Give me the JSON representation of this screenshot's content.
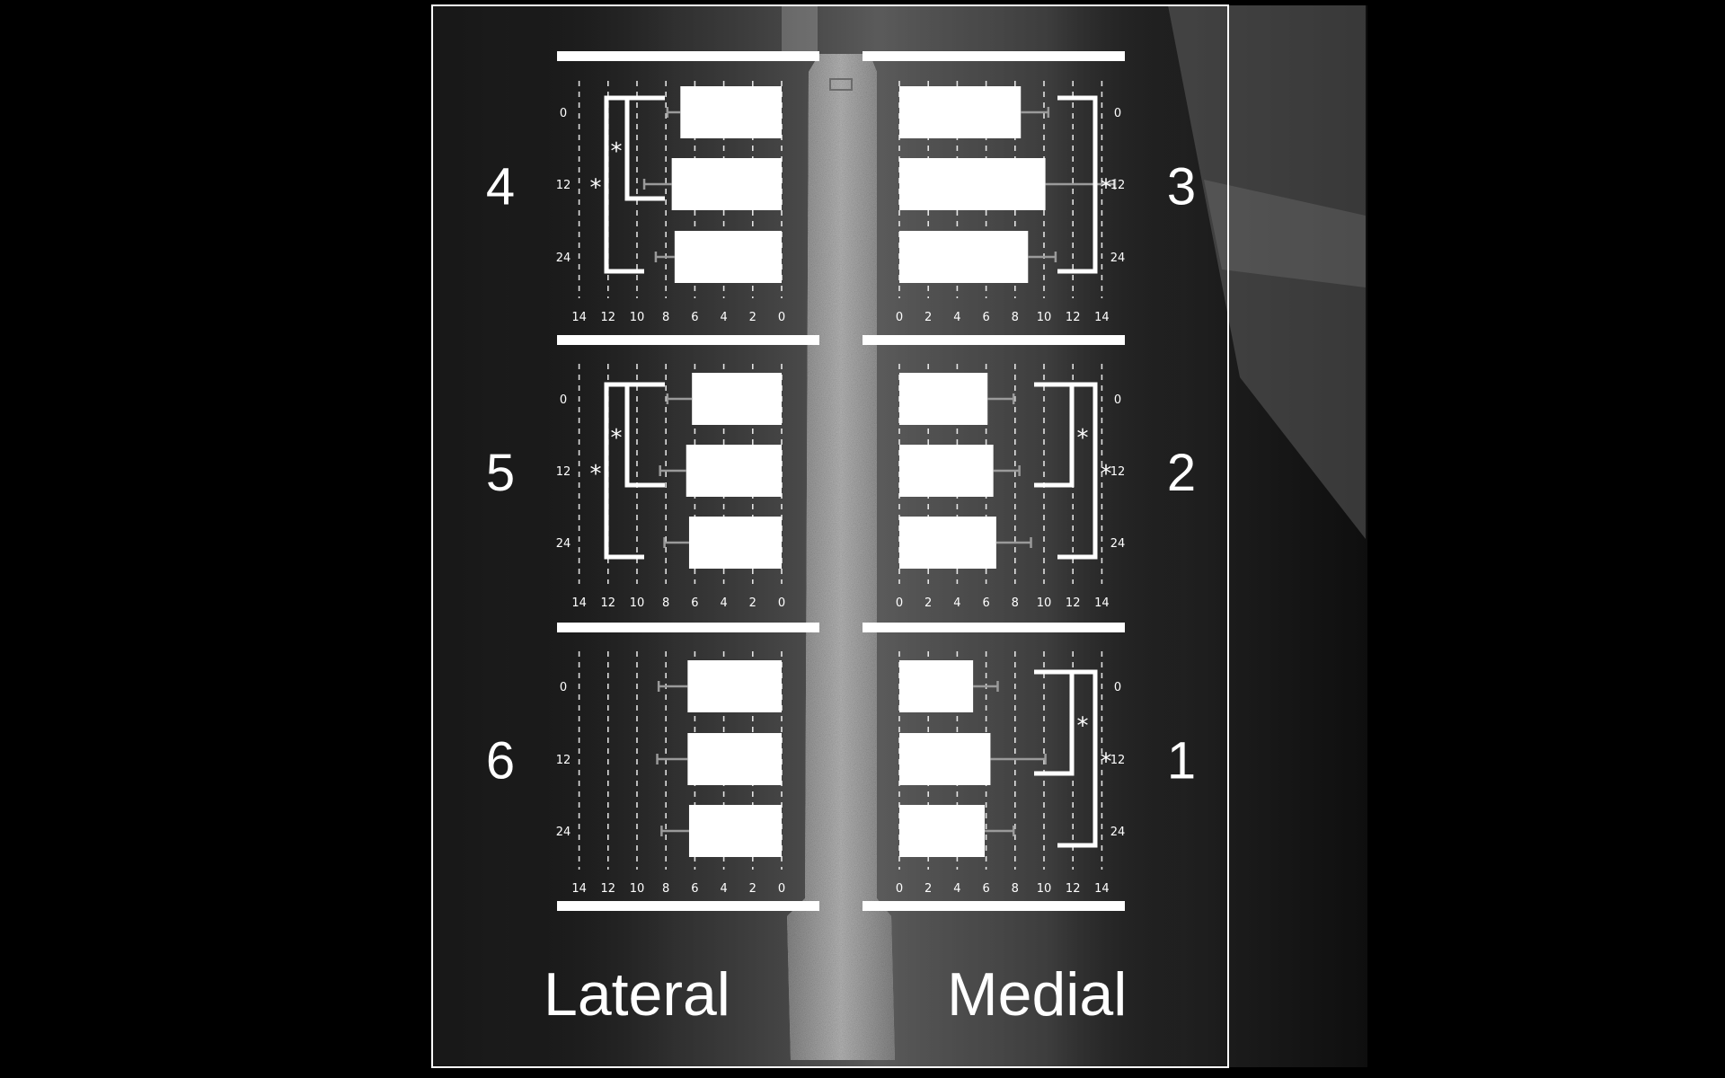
{
  "figure": {
    "lateral_label": "Lateral",
    "medial_label": "Medial",
    "colors": {
      "background": "#000000",
      "bar": "#ffffff",
      "error_bar": "#9a9a9a",
      "grid": "#ffffff",
      "frame": "#ffffff"
    }
  },
  "chart_data": [
    {
      "type": "bar",
      "orientation": "horizontal",
      "direction": "leftward",
      "side": "lateral",
      "zone": "4",
      "categories": [
        "0",
        "12",
        "24"
      ],
      "values": [
        7,
        7.6,
        7.4
      ],
      "error": [
        0.9,
        1.9,
        1.3
      ],
      "xticks": [
        "14",
        "12",
        "10",
        "8",
        "6",
        "4",
        "2",
        "0"
      ],
      "xlim": [
        0,
        14
      ],
      "significance": [
        {
          "from": "0",
          "to": "12",
          "label": "*"
        },
        {
          "from": "0",
          "to": "24",
          "label": "*"
        }
      ]
    },
    {
      "type": "bar",
      "orientation": "horizontal",
      "direction": "rightward",
      "side": "medial",
      "zone": "3",
      "categories": [
        "0",
        "12",
        "24"
      ],
      "values": [
        8.4,
        10.1,
        8.9
      ],
      "error": [
        1.9,
        4.8,
        1.9
      ],
      "xticks": [
        "0",
        "2",
        "4",
        "6",
        "8",
        "10",
        "12",
        "14"
      ],
      "xlim": [
        0,
        14
      ],
      "significance": [
        {
          "from": "0",
          "to": "24",
          "label": "*"
        }
      ]
    },
    {
      "type": "bar",
      "orientation": "horizontal",
      "direction": "leftward",
      "side": "lateral",
      "zone": "5",
      "categories": [
        "0",
        "12",
        "24"
      ],
      "values": [
        6.2,
        6.6,
        6.4
      ],
      "error": [
        1.7,
        1.8,
        1.7
      ],
      "xticks": [
        "14",
        "12",
        "10",
        "8",
        "6",
        "4",
        "2",
        "0"
      ],
      "xlim": [
        0,
        14
      ],
      "significance": [
        {
          "from": "0",
          "to": "12",
          "label": "*"
        },
        {
          "from": "0",
          "to": "24",
          "label": "*"
        }
      ]
    },
    {
      "type": "bar",
      "orientation": "horizontal",
      "direction": "rightward",
      "side": "medial",
      "zone": "2",
      "categories": [
        "0",
        "12",
        "24"
      ],
      "values": [
        6.1,
        6.5,
        6.7
      ],
      "error": [
        1.8,
        1.8,
        2.4
      ],
      "xticks": [
        "0",
        "2",
        "4",
        "6",
        "8",
        "10",
        "12",
        "14"
      ],
      "xlim": [
        0,
        14
      ],
      "significance": [
        {
          "from": "0",
          "to": "12",
          "label": "*"
        },
        {
          "from": "0",
          "to": "24",
          "label": "*"
        }
      ]
    },
    {
      "type": "bar",
      "orientation": "horizontal",
      "direction": "leftward",
      "side": "lateral",
      "zone": "6",
      "categories": [
        "0",
        "12",
        "24"
      ],
      "values": [
        6.5,
        6.5,
        6.4
      ],
      "error": [
        2.0,
        2.1,
        1.9
      ],
      "xticks": [
        "14",
        "12",
        "10",
        "8",
        "6",
        "4",
        "2",
        "0"
      ],
      "xlim": [
        0,
        14
      ],
      "significance": []
    },
    {
      "type": "bar",
      "orientation": "horizontal",
      "direction": "rightward",
      "side": "medial",
      "zone": "1",
      "categories": [
        "0",
        "12",
        "24"
      ],
      "values": [
        5.1,
        6.3,
        5.9
      ],
      "error": [
        1.7,
        3.8,
        2.0
      ],
      "xticks": [
        "0",
        "2",
        "4",
        "6",
        "8",
        "10",
        "12",
        "14"
      ],
      "xlim": [
        0,
        14
      ],
      "significance": [
        {
          "from": "0",
          "to": "12",
          "label": "*"
        },
        {
          "from": "0",
          "to": "24",
          "label": "*"
        }
      ]
    }
  ]
}
